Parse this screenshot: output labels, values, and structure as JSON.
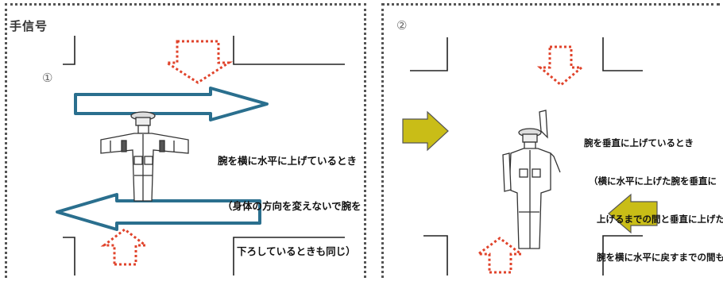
{
  "section_title": "手信号",
  "panels": [
    {
      "number": "①",
      "caption_lines": [
        "腕を横に水平に上げているとき",
        "（身体の方向を変えないで腕を",
        "下ろしているときも同じ）"
      ]
    },
    {
      "number": "②",
      "caption_lines": [
        "腕を垂直に上げているとき",
        "（横に水平に上げた腕を垂直に",
        "上げるまでの間と垂直に上げた",
        "腕を横に水平に戻すまでの間も同じ）"
      ]
    }
  ],
  "colors": {
    "go_arrow": "#2a6f8e",
    "stop_arrow": "#e0432b",
    "caution_arrow": "#c9bd17",
    "road_line": "#222222",
    "border": "#555555"
  },
  "icons": [
    "officer-figure",
    "road-intersection-lines",
    "dotted-stop-arrow",
    "outline-go-arrow",
    "yellow-caution-arrow"
  ]
}
